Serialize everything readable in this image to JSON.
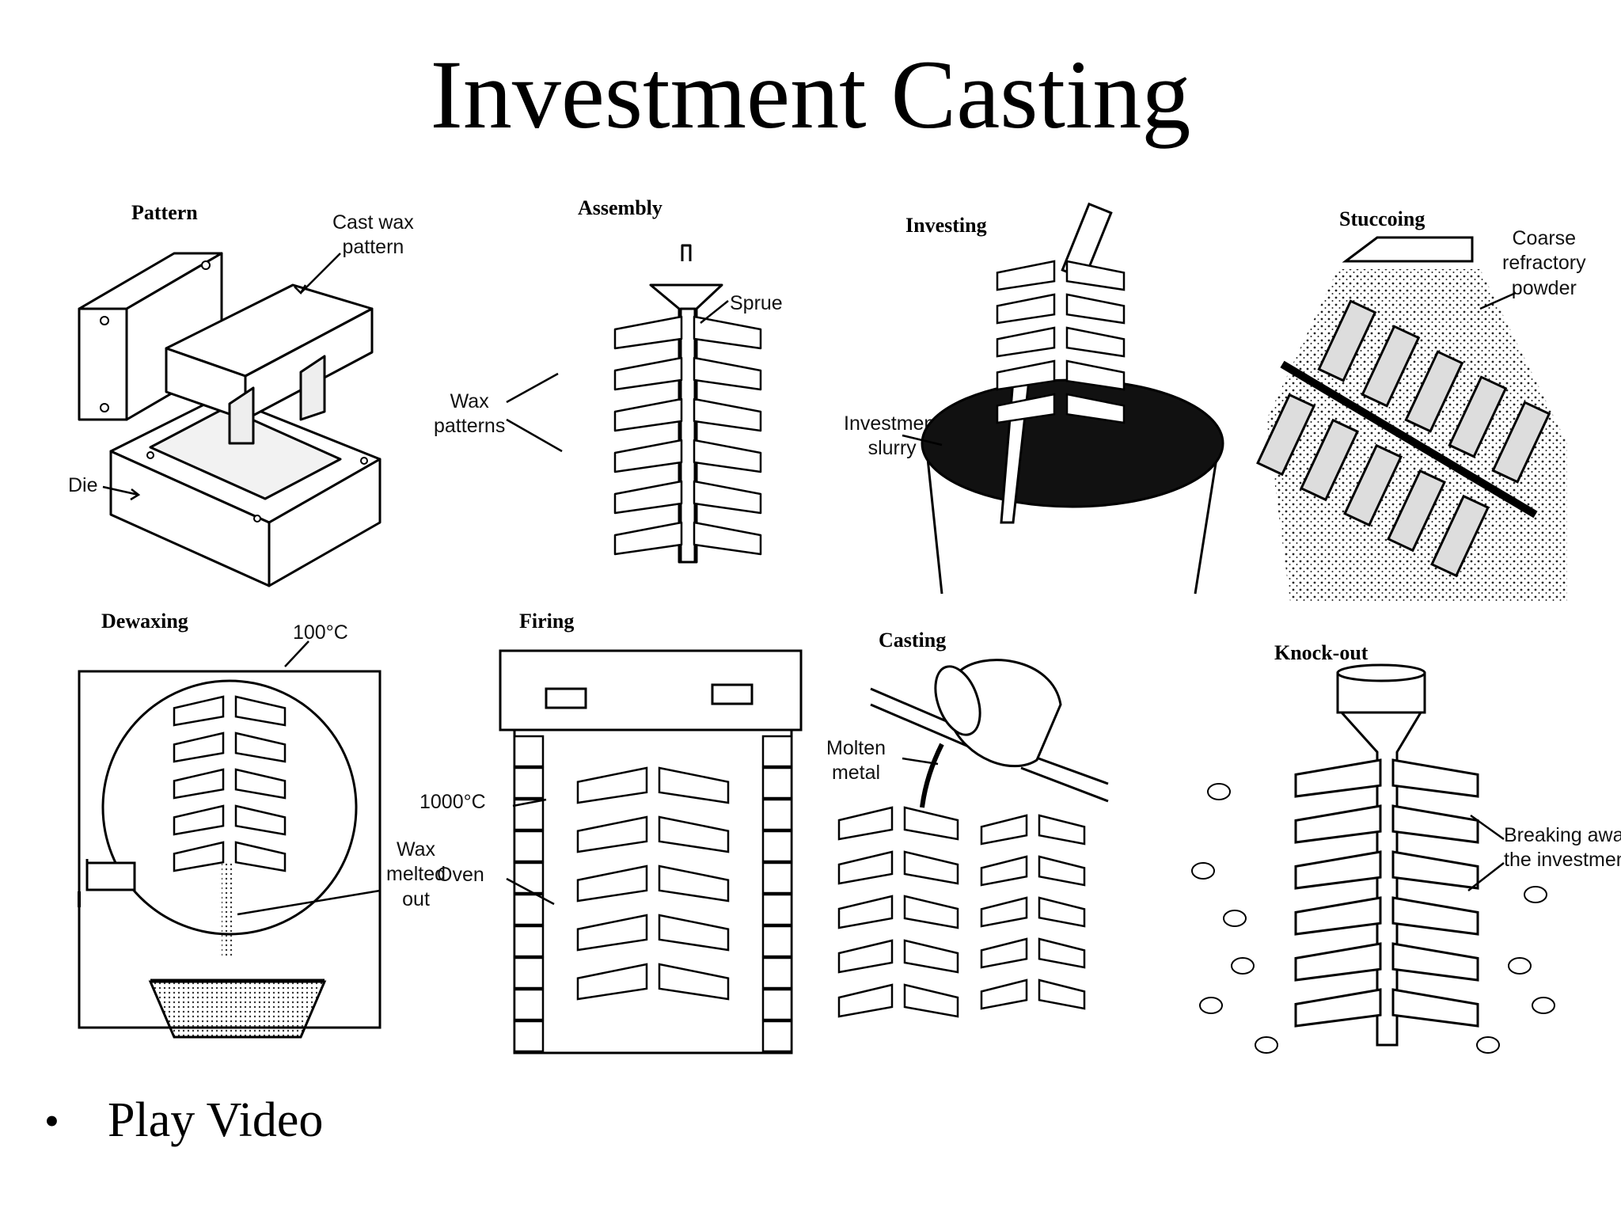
{
  "slide": {
    "title": "Investment Casting",
    "bullet": {
      "symbol": "•",
      "text": "Play Video"
    }
  },
  "stages": {
    "pattern": {
      "title": "Pattern",
      "callouts": {
        "cast_wax": "Cast wax\npattern",
        "die": "Die"
      }
    },
    "assembly": {
      "title": "Assembly",
      "callouts": {
        "sprue": "Sprue",
        "wax_patterns": "Wax\npatterns"
      }
    },
    "investing": {
      "title": "Investing",
      "callouts": {
        "slurry": "Investment\nslurry"
      }
    },
    "stuccoing": {
      "title": "Stuccoing",
      "callouts": {
        "powder": "Coarse\nrefractory\npowder"
      }
    },
    "dewaxing": {
      "title": "Dewaxing",
      "callouts": {
        "temp": "100°C",
        "melted": "Wax\nmelted\nout"
      }
    },
    "firing": {
      "title": "Firing",
      "callouts": {
        "temp": "1000°C",
        "oven": "Oven"
      }
    },
    "casting": {
      "title": "Casting",
      "callouts": {
        "molten": "Molten\nmetal"
      }
    },
    "knockout": {
      "title": "Knock-out",
      "callouts": {
        "breaking": "Breaking away\nthe investment"
      }
    }
  }
}
